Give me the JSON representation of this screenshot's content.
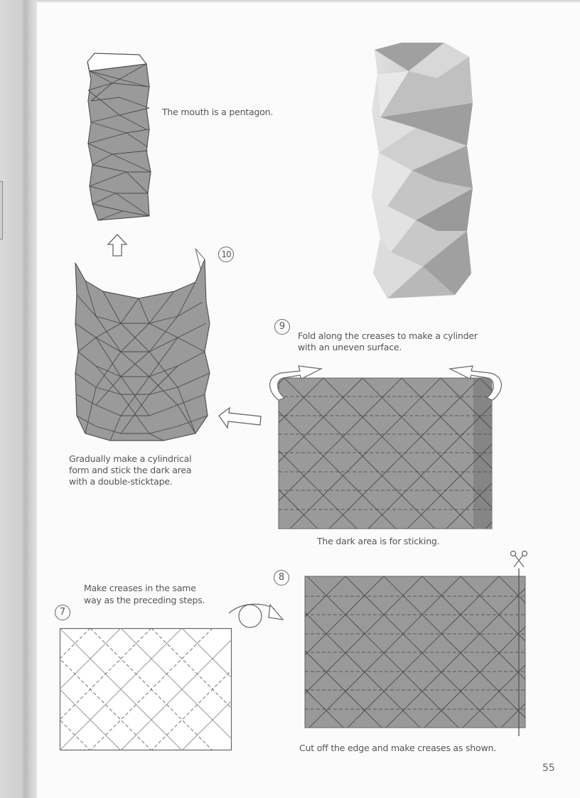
{
  "page": {
    "number": "55",
    "background": "#fbfbfb",
    "paper_gray": "#999999",
    "dark_area_gray": "#8a8a8a",
    "line_color": "#555555"
  },
  "steps": [
    {
      "id": 7,
      "label": "7",
      "caption": "Make creases in the same way as the preceding steps.",
      "caption_lines": [
        "Make creases in the same",
        "way as the preceding steps."
      ],
      "diagram": "white-rectangle-diagonal-crease-grid"
    },
    {
      "id": 8,
      "label": "8",
      "caption": "Cut off the edge and make creases as shown.",
      "diagram": "gray-rectangle-diagonal-and-horizontal-creases",
      "icons": [
        "turn-over-icon",
        "scissors-icon"
      ]
    },
    {
      "id": 9,
      "label": "9",
      "caption_lines": [
        "Fold along the creases to make a cylinder",
        "with an uneven surface."
      ],
      "note": "The dark area is for sticking.",
      "diagram": "gray-rectangle-with-dark-sticking-strip",
      "icons": [
        "curl-arrow-left-icon",
        "curl-arrow-right-icon"
      ]
    },
    {
      "id": 10,
      "label": "10",
      "caption_lines": [
        "Gradually make a cylindrical",
        "form and stick the dark area",
        "with a double-sticktape."
      ],
      "diagram": "partially-rolled-cylinder"
    }
  ],
  "result": {
    "caption": "The mouth is a pentagon.",
    "diagram": "finished-faceted-vase-line-drawing"
  },
  "photo": {
    "subject": "finished-faceted-paper-vase-photo"
  }
}
